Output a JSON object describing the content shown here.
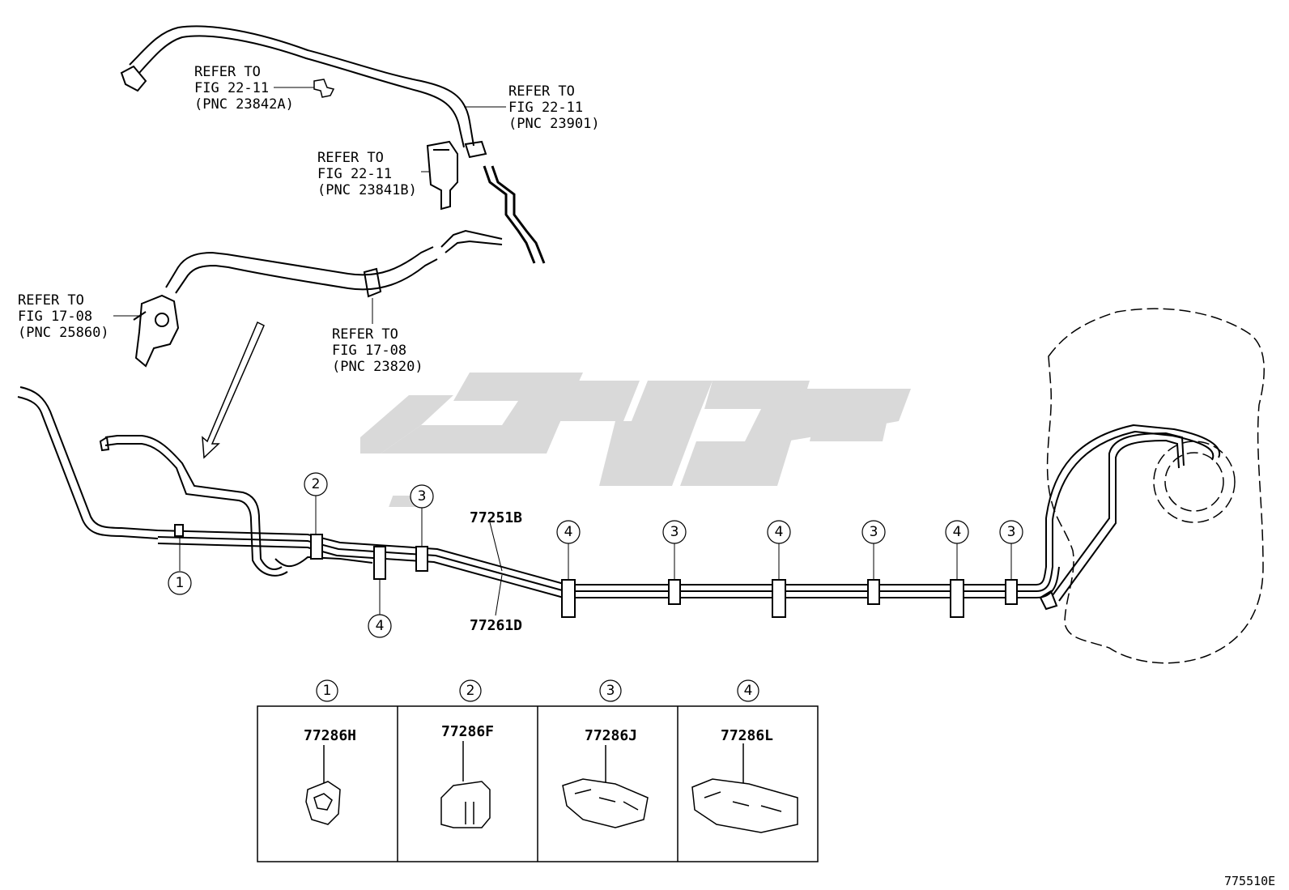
{
  "refer_notes": [
    {
      "line1": "REFER TO",
      "line2": "FIG 22-11",
      "line3": "(PNC 23842A)"
    },
    {
      "line1": "REFER TO",
      "line2": "FIG 22-11",
      "line3": "(PNC 23901)"
    },
    {
      "line1": "REFER TO",
      "line2": "FIG 22-11",
      "line3": "(PNC 23841B)"
    },
    {
      "line1": "REFER TO",
      "line2": "FIG 17-08",
      "line3": "(PNC 25860)"
    },
    {
      "line1": "REFER TO",
      "line2": "FIG 17-08",
      "line3": "(PNC 23820)"
    }
  ],
  "part_numbers": {
    "upper_line": "77251B",
    "lower_line": "77261D"
  },
  "clamp_markers": {
    "c1": "1",
    "c2": "2",
    "c3": "3",
    "c4": "4"
  },
  "clamp_table": [
    {
      "index": "1",
      "part_number": "77286H"
    },
    {
      "index": "2",
      "part_number": "77286F"
    },
    {
      "index": "3",
      "part_number": "77286J"
    },
    {
      "index": "4",
      "part_number": "77286L"
    }
  ],
  "figure_id": "775510E",
  "colors": {
    "line": "#000000",
    "watermark": "#d9d9d9",
    "background": "#ffffff"
  }
}
